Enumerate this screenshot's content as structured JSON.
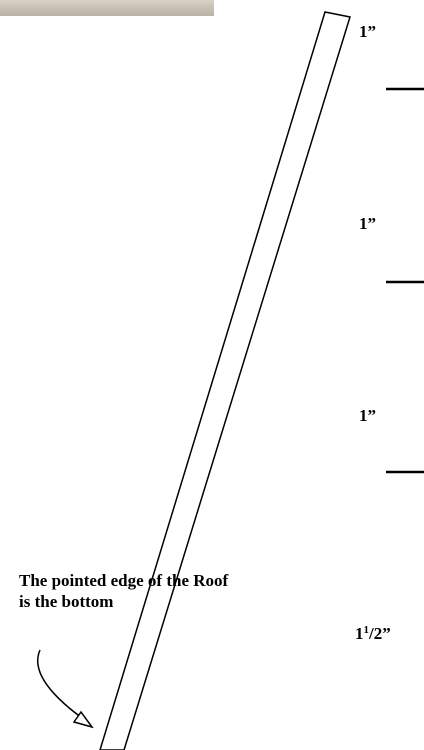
{
  "measurements": [
    {
      "label": "1”"
    },
    {
      "label": "1”"
    },
    {
      "label": "1”"
    },
    {
      "whole": "1",
      "numerator": "1",
      "slash": "/",
      "denominator": "2”"
    }
  ],
  "note": {
    "line1": "The pointed edge of the Roof",
    "line2": "is the bottom"
  },
  "colors": {
    "stroke": "#000000",
    "background": "#ffffff",
    "photo": "#c9c2b6"
  }
}
